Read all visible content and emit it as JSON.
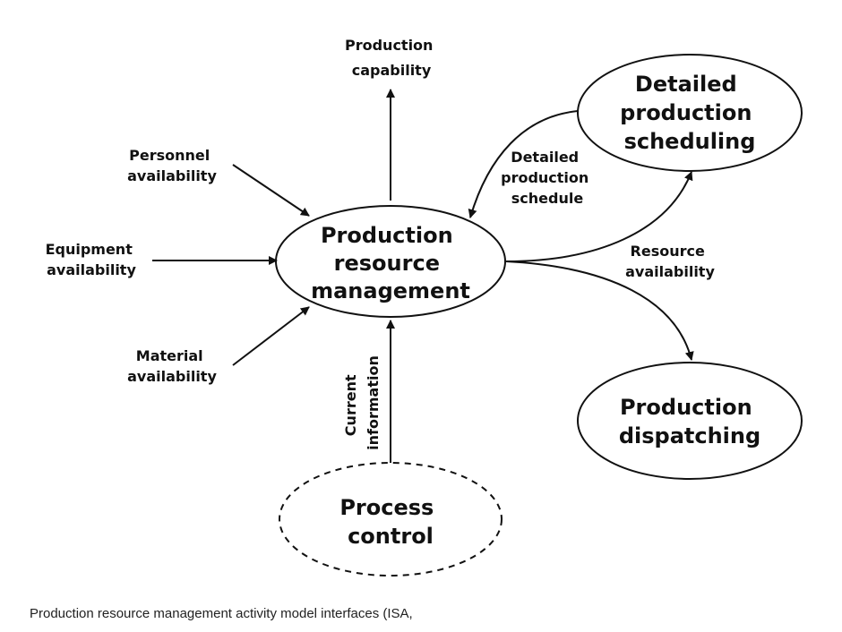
{
  "nodes": {
    "center": [
      "Production",
      "resource",
      "management"
    ],
    "detailed_scheduling": [
      "Detailed",
      "production",
      "scheduling"
    ],
    "dispatching": [
      "Production",
      "dispatching"
    ],
    "process_control": [
      "Process",
      "control"
    ]
  },
  "labels": {
    "production_capability": [
      "Production",
      "capability"
    ],
    "personnel_availability": [
      "Personnel",
      "availability"
    ],
    "equipment_availability": [
      "Equipment",
      "availability"
    ],
    "material_availability": [
      "Material",
      "availability"
    ],
    "detailed_production_schedule": [
      "Detailed",
      "production",
      "schedule"
    ],
    "resource_availability": [
      "Resource",
      "availability"
    ],
    "current_information": [
      "Current",
      "information"
    ]
  },
  "caption": "Production resource management activity model interfaces (ISA,"
}
